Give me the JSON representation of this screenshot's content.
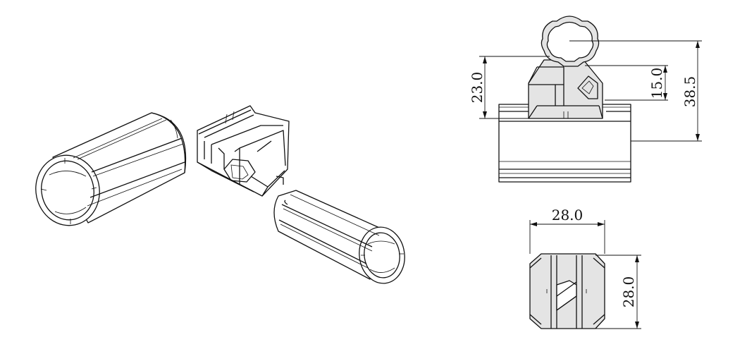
{
  "dimensions": {
    "side_height": "23.0",
    "side_inner": "15.0",
    "side_total": "38.5",
    "end_width": "28.0",
    "end_height": "28.0"
  }
}
